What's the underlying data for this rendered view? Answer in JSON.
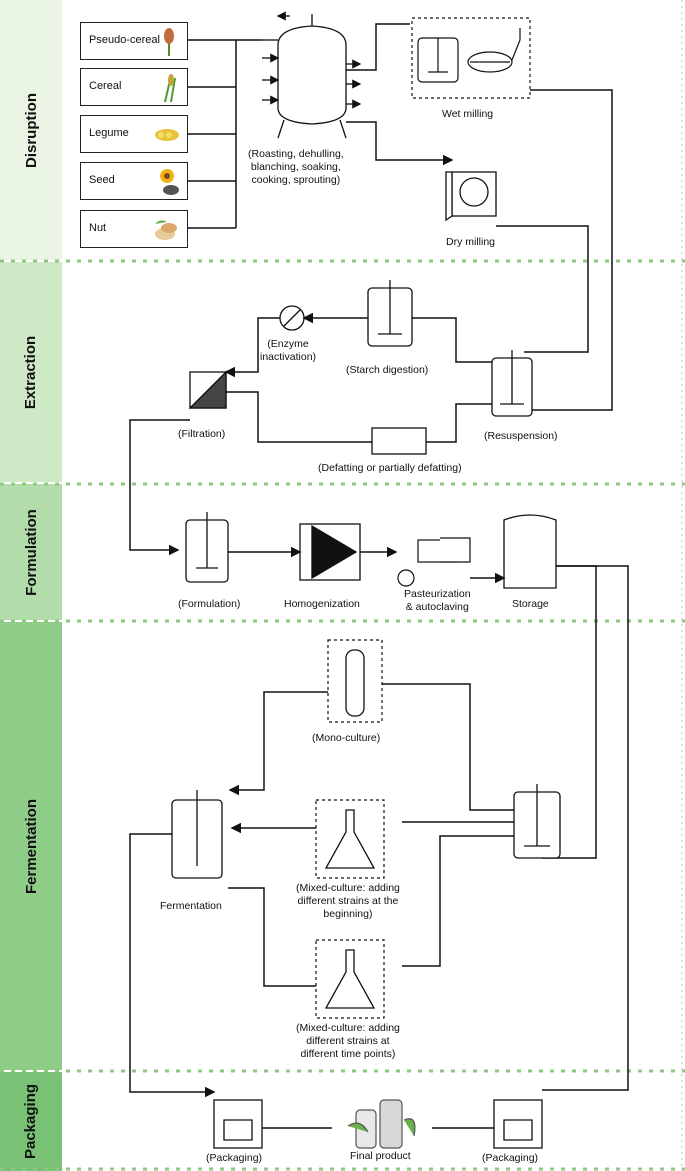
{
  "sections": {
    "disruption": "Disruption",
    "extraction": "Extraction",
    "formulation": "Formulation",
    "fermentation": "Fermentation",
    "packaging": "Packaging"
  },
  "section_colors": {
    "disruption": "#eaf5e4",
    "extraction": "#cfe9c6",
    "formulation": "#b2ddaa",
    "fermentation": "#8fcc88",
    "packaging": "#79c174"
  },
  "raw_materials": [
    "Pseudo-cereal",
    "Cereal",
    "Legume",
    "Seed",
    "Nut"
  ],
  "labels": {
    "pretreatment": [
      "(Roasting, dehulling,",
      "blanching, soaking,",
      "cooking, sprouting)"
    ],
    "wet_milling": "Wet milling",
    "dry_milling": "Dry milling",
    "enzyme_inactivation": [
      "(Enzyme",
      "inactivation)"
    ],
    "starch_digestion": "(Starch digestion)",
    "filtration": "(Filtration)",
    "resuspension": "(Resuspension)",
    "defatting": "(Defatting or partially defatting)",
    "formulation": "(Formulation)",
    "homogenization": "Homogenization",
    "pasteurization": [
      "Pasteurization",
      "& autoclaving"
    ],
    "storage": "Storage",
    "mono_culture": "(Mono-culture)",
    "mixed_beginning": [
      "(Mixed-culture: adding",
      "different strains at the",
      "beginning)"
    ],
    "fermentation": "Fermentation",
    "mixed_time_points": [
      "(Mixed-culture: adding",
      "different strains at",
      "different time points)"
    ],
    "packaging_left": "(Packaging)",
    "final_product": "Final product",
    "packaging_right": "(Packaging)"
  }
}
